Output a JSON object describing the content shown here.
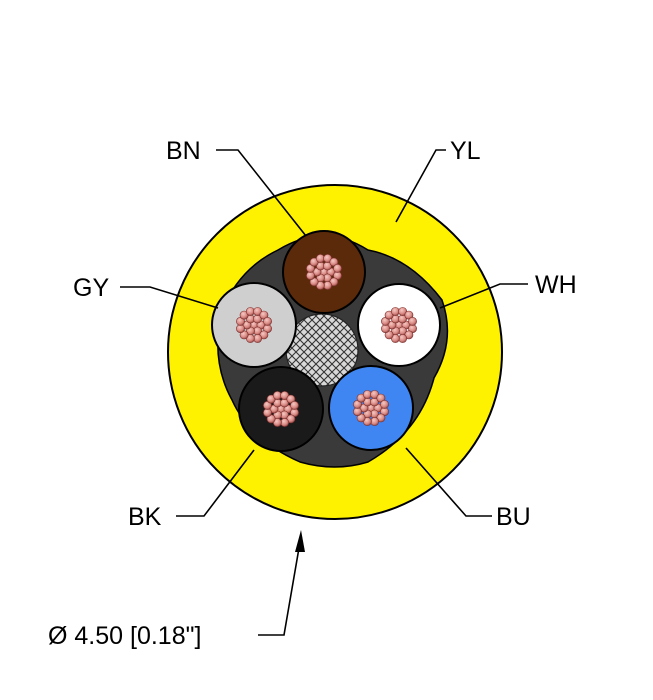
{
  "labels": {
    "bn": "BN",
    "yl": "YL",
    "gy": "GY",
    "wh": "WH",
    "bk": "BK",
    "bu": "BU"
  },
  "dimension": "Ø 4.50 [0.18\"]",
  "colors": {
    "jacket": "#fff200",
    "brown": "#5a2a0a",
    "white": "#ffffff",
    "gray": "#cfcfcf",
    "black": "#1a1a1a",
    "blue": "#3f86f2",
    "copper": "#d88a84"
  }
}
